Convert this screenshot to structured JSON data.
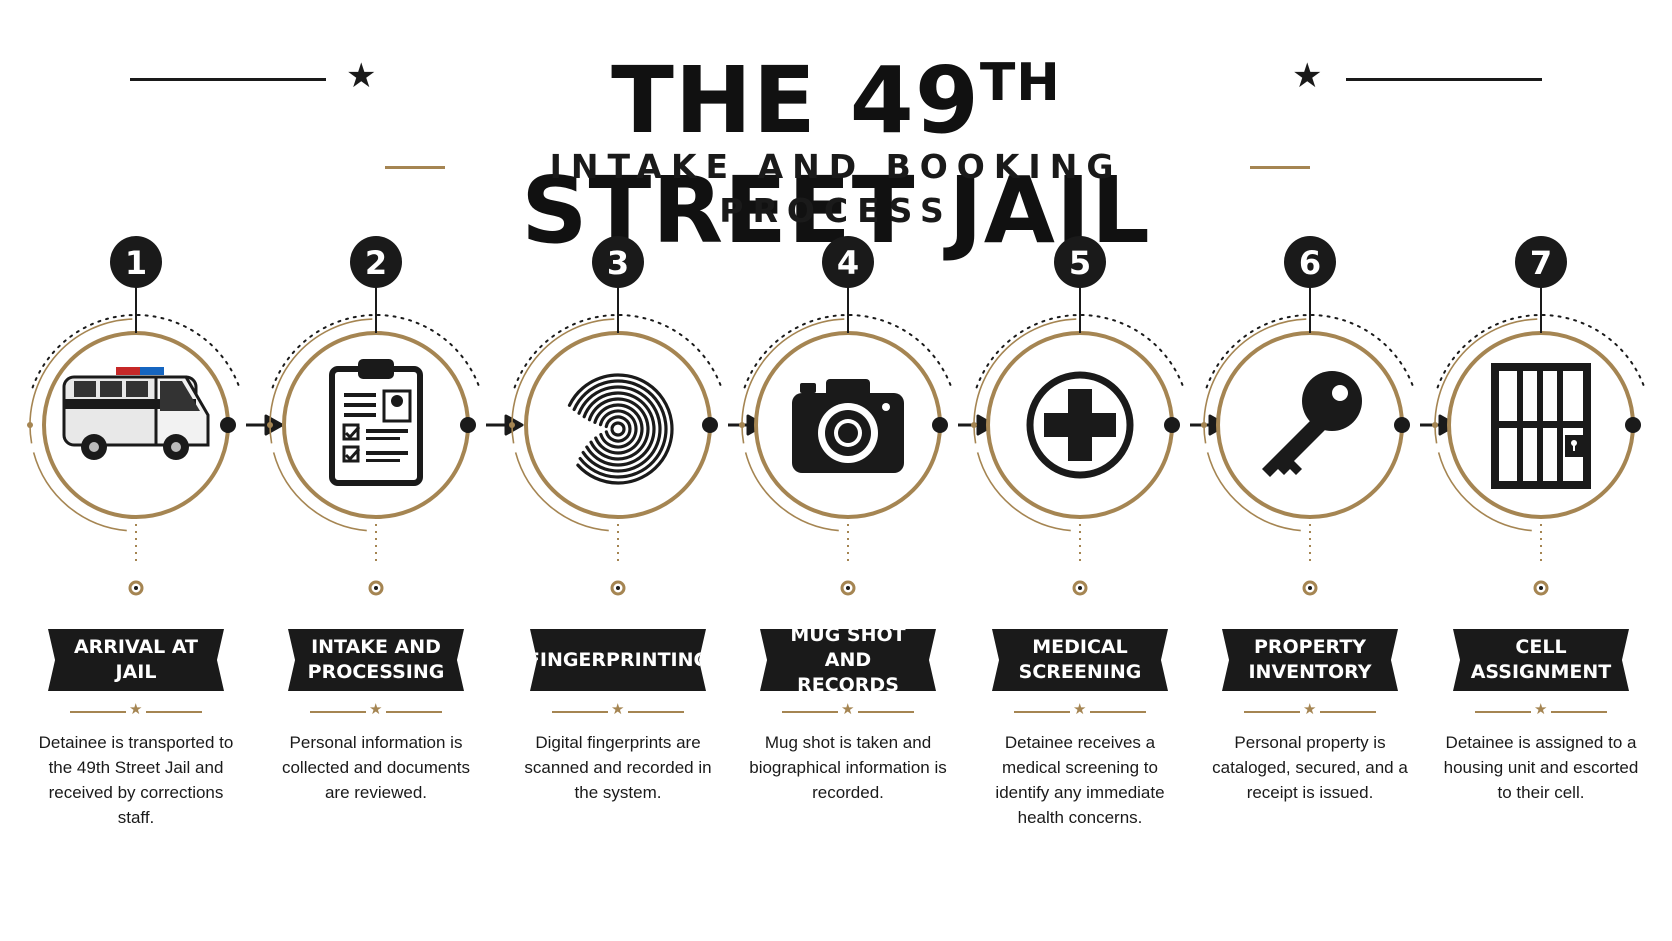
{
  "header": {
    "title_main": "THE 49",
    "title_sup": "TH",
    "title_rest": " STREET JAIL",
    "subtitle": "INTAKE AND BOOKING PROCESS"
  },
  "colors": {
    "accent": "#a58552",
    "dark": "#1a1a1a"
  },
  "steps": [
    {
      "number": "1",
      "icon": "van-icon",
      "label": "ARRIVAL AT JAIL",
      "description": "Detainee is transported to the 49th Street Jail and received by corrections staff."
    },
    {
      "number": "2",
      "icon": "clipboard-icon",
      "label": "INTAKE AND PROCESSING",
      "description": "Personal information is collected and documents are reviewed."
    },
    {
      "number": "3",
      "icon": "fingerprint-icon",
      "label": "FINGERPRINTING",
      "description": "Digital fingerprints are scanned and recorded in the system."
    },
    {
      "number": "4",
      "icon": "camera-icon",
      "label": "MUG SHOT AND RECORDS",
      "description": "Mug shot is taken and biographical information is recorded."
    },
    {
      "number": "5",
      "icon": "medical-cross-icon",
      "label": "MEDICAL SCREENING",
      "description": "Detainee receives a medical screening to identify any immediate health concerns."
    },
    {
      "number": "6",
      "icon": "key-icon",
      "label": "PROPERTY INVENTORY",
      "description": "Personal property is cataloged, secured, and a receipt is issued."
    },
    {
      "number": "7",
      "icon": "cell-door-icon",
      "label": "CELL ASSIGNMENT",
      "description": "Detainee is assigned to a housing unit and escorted to their cell."
    }
  ]
}
